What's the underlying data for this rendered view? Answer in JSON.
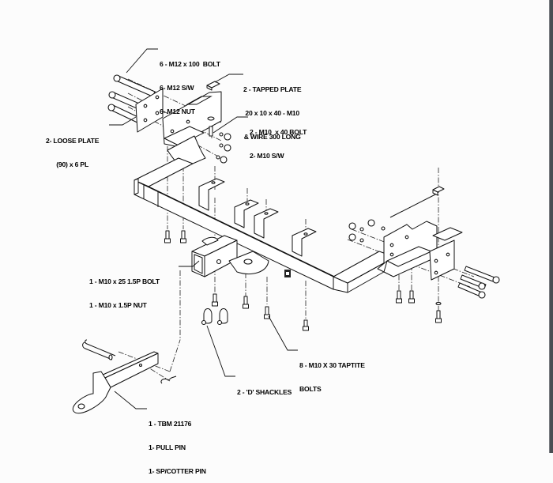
{
  "drawing": {
    "type": "exploded-parts-diagram",
    "subject": "tow bar / hitch assembly"
  },
  "callouts": {
    "bolts_m12": {
      "lines": [
        "6 - M12 x 100  BOLT",
        "6- M12 S/W",
        "6- M12 NUT"
      ]
    },
    "tapped_plate": {
      "lines": [
        "2 - TAPPED PLATE",
        "20 x 10 x 40 - M10",
        "& WIRE 300 LONG"
      ]
    },
    "bolts_m10x40": {
      "lines": [
        "2 - M10  x 40 BOLT",
        "2- M10 S/W"
      ]
    },
    "loose_plate": {
      "lines": [
        "2- LOOSE PLATE",
        "(90) x 6 PL"
      ]
    },
    "receiver_bolt": {
      "lines": [
        "1 - M10 x 25 1.5P BOLT",
        "1 - M10 x 1.5P NUT"
      ]
    },
    "taptite_bolts": {
      "lines": [
        "8 - M10 X 30 TAPTITE",
        "BOLTS"
      ]
    },
    "shackles": {
      "lines": [
        "2 - 'D' SHACKLES"
      ]
    },
    "tow_ball_mount": {
      "lines": [
        "1 - TBM 21176",
        "1- PULL PIN",
        "1- SP/COTTER PIN"
      ]
    }
  },
  "viewer": {
    "scrollbar_color": "#4a4d52"
  }
}
